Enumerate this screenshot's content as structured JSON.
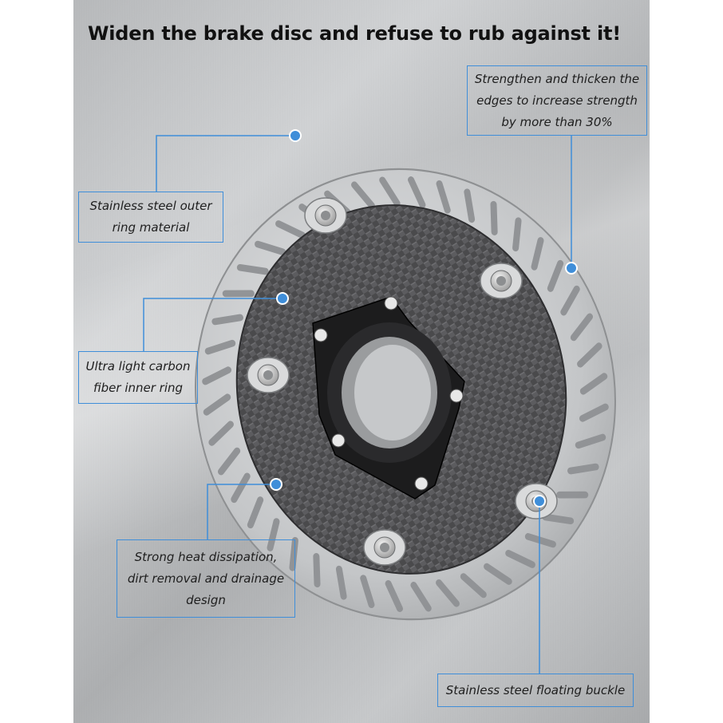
{
  "headline": "Widen the brake disc and refuse to rub against it!",
  "callouts": {
    "edges": [
      "Strengthen and thicken the",
      "edges to increase strength",
      "by more than 30%"
    ],
    "outer_ring": [
      "Stainless steel outer",
      "ring material"
    ],
    "inner_ring": [
      "Ultra light carbon",
      "fiber inner ring"
    ],
    "heat": [
      "Strong heat dissipation,",
      "dirt removal and drainage",
      "design"
    ],
    "buckle": [
      "Stainless steel floating buckle"
    ]
  },
  "colors": {
    "accent": "#3f8ed9",
    "text": "#1e1e1e",
    "steel": "#c9cbcd",
    "carbon": "#4a4a4c",
    "spider": "#1c1c1d"
  },
  "image": {
    "subject": "floating bicycle brake disc rotor",
    "icons": [
      "marker-dot"
    ]
  }
}
